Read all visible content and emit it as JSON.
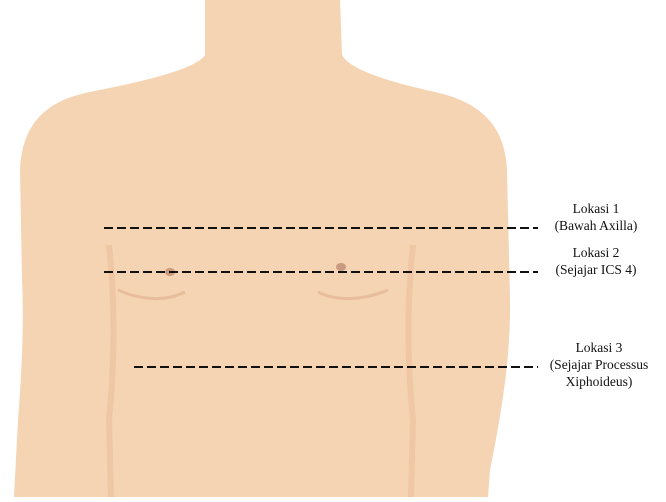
{
  "figure": {
    "colors": {
      "background": "#ffffff",
      "skin": "#f5d4b3",
      "skin_shadow": "#e6b996",
      "nipple": "#c99a80",
      "dashed_line": "#111111",
      "label_text": "#111111"
    },
    "locations": [
      {
        "id": "lokasi-1",
        "title": "Lokasi 1",
        "lines": [
          "(Bawah Axilla)"
        ]
      },
      {
        "id": "lokasi-2",
        "title": "Lokasi 2",
        "lines": [
          "(Sejajar ICS 4)"
        ]
      },
      {
        "id": "lokasi-3",
        "title": "Lokasi 3",
        "lines": [
          "(Sejajar Processus",
          "Xiphoideus)"
        ]
      }
    ]
  }
}
